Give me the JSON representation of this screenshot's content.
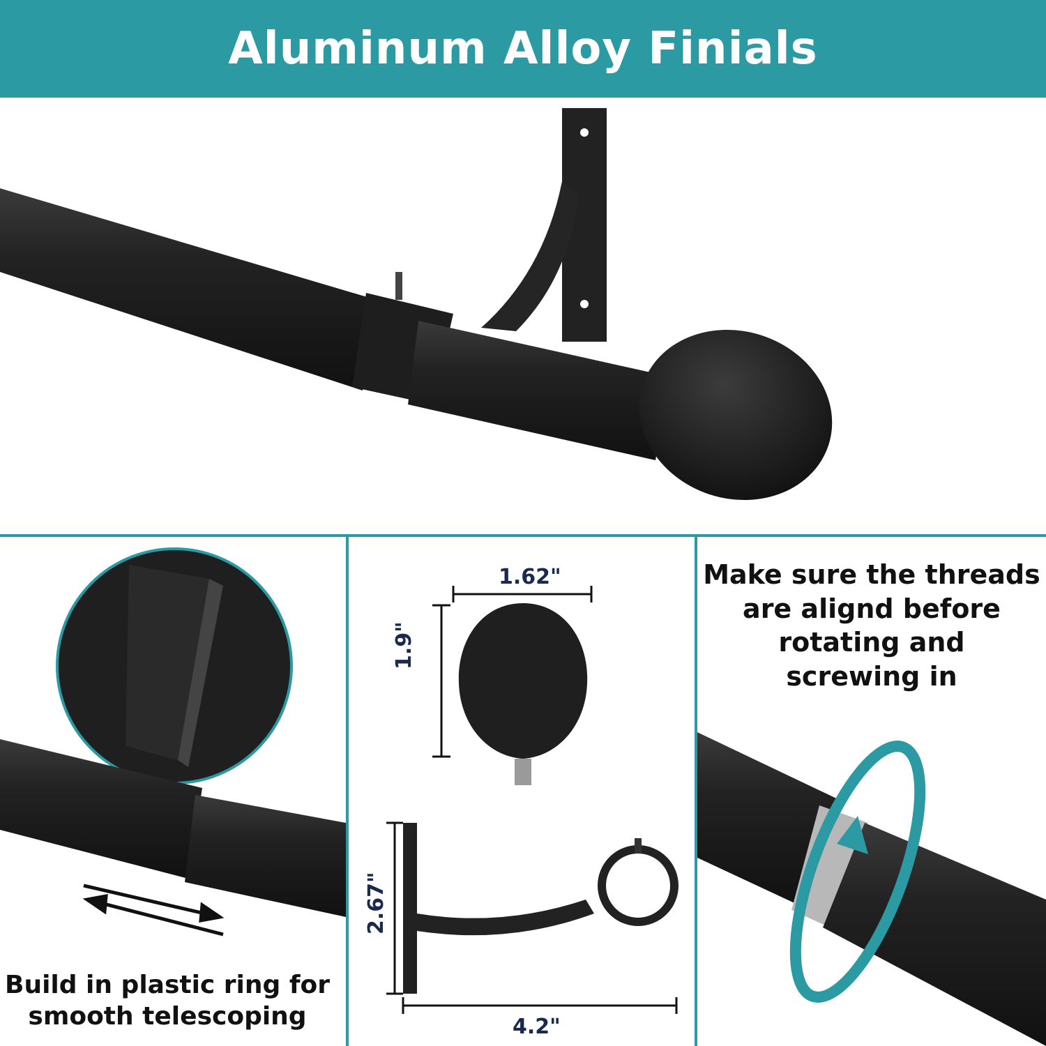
{
  "banner": {
    "title": "Aluminum Alloy Finials"
  },
  "left_panel": {
    "caption_line1": "Build in plastic ring for",
    "caption_line2": "smooth telescoping"
  },
  "middle_panel": {
    "finial_width": "1.62\"",
    "finial_height": "1.9\"",
    "bracket_height": "2.67\"",
    "bracket_width": "4.2\""
  },
  "right_panel": {
    "caption_line1": "Make sure the threads",
    "caption_line2": "are alignd before",
    "caption_line3": "rotating and",
    "caption_line4": "screwing in"
  },
  "colors": {
    "accent": "#2b9aa3",
    "rod": "#1c1c1c",
    "dimension_text": "#1a2a4f"
  }
}
